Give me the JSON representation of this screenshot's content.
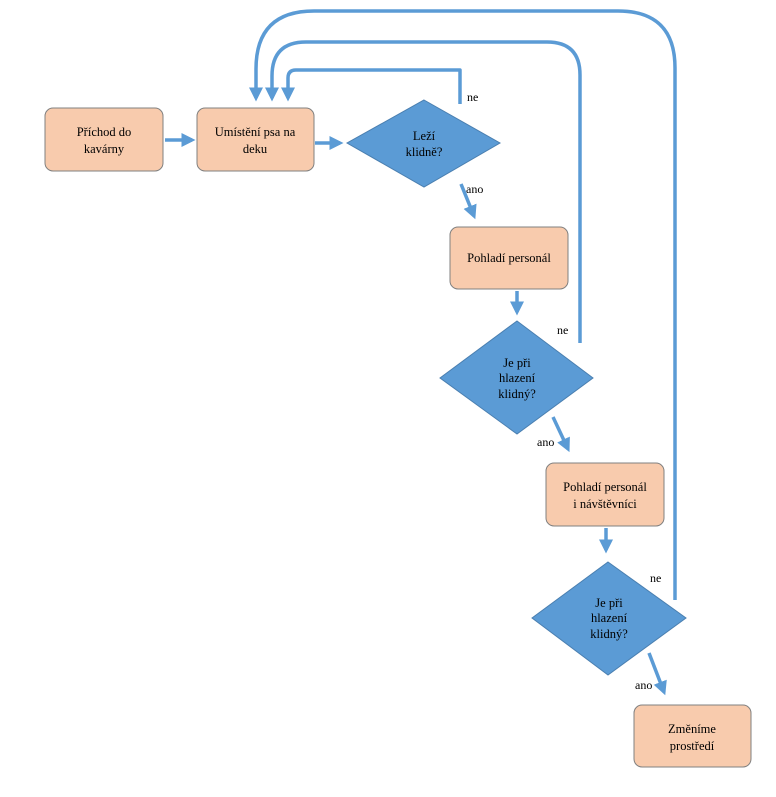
{
  "nodes": {
    "arrival": {
      "lines": [
        "Příchod do",
        "kavárny"
      ]
    },
    "blanket": {
      "lines": [
        "Umístění psa na",
        "deku"
      ]
    },
    "decision_calm": {
      "lines": [
        "Leží",
        "klidně?"
      ]
    },
    "staff_pet": {
      "lines": [
        "Pohladí personál"
      ]
    },
    "decision_petting_1": {
      "lines": [
        "Je při",
        "hlazení",
        "klidný?"
      ]
    },
    "staff_visitors_pet": {
      "lines": [
        "Pohladí personál",
        "i návštěvníci"
      ]
    },
    "decision_petting_2": {
      "lines": [
        "Je při",
        "hlazení",
        "klidný?"
      ]
    },
    "change_env": {
      "lines": [
        "Změníme",
        "prostředí"
      ]
    }
  },
  "edge_labels": {
    "calm_no": "ne",
    "calm_yes": "ano",
    "petting1_no": "ne",
    "petting1_yes": "ano",
    "petting2_no": "ne",
    "petting2_yes": "ano"
  },
  "colors": {
    "box_fill": "#f8cbad",
    "box_stroke": "#808080",
    "diamond_fill": "#5b9bd5",
    "connector": "#5b9bd5"
  }
}
